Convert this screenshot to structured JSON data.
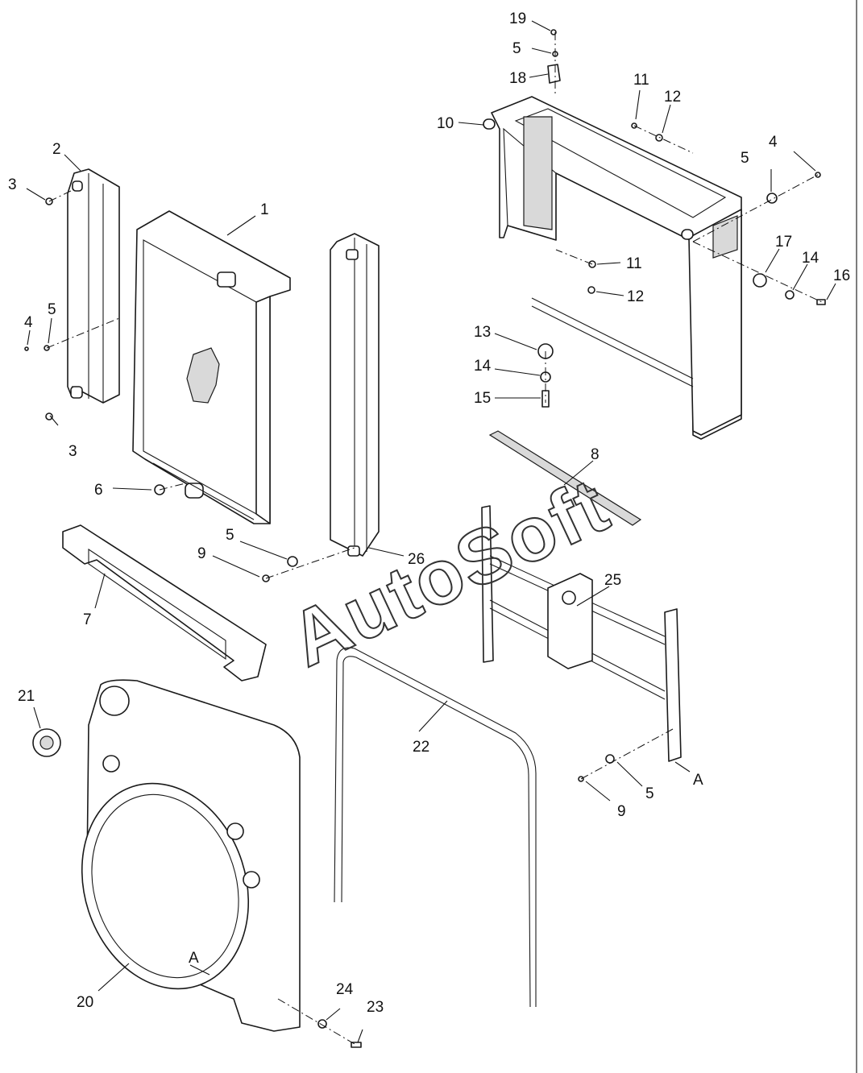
{
  "callouts": {
    "c1": "1",
    "c2": "2",
    "c3a": "3",
    "c3b": "3",
    "c4a": "4",
    "c4b": "4",
    "c5a": "5",
    "c5b": "5",
    "c5c": "5",
    "c5d": "5",
    "c5e": "5",
    "c6": "6",
    "c7": "7",
    "c8": "8",
    "c9a": "9",
    "c9b": "9",
    "c10": "10",
    "c11a": "11",
    "c11b": "11",
    "c12a": "12",
    "c12b": "12",
    "c13": "13",
    "c14a": "14",
    "c14b": "14",
    "c15": "15",
    "c16": "16",
    "c17": "17",
    "c18": "18",
    "c19": "19",
    "c20": "20",
    "c21": "21",
    "c22": "22",
    "c23": "23",
    "c24": "24",
    "c25": "25",
    "c26": "26",
    "cAa": "A",
    "cAb": "A"
  },
  "watermark": "AutoSoft",
  "colors": {
    "line": "#1a1a1a",
    "shade": "#d9d9d9",
    "background": "#ffffff"
  }
}
